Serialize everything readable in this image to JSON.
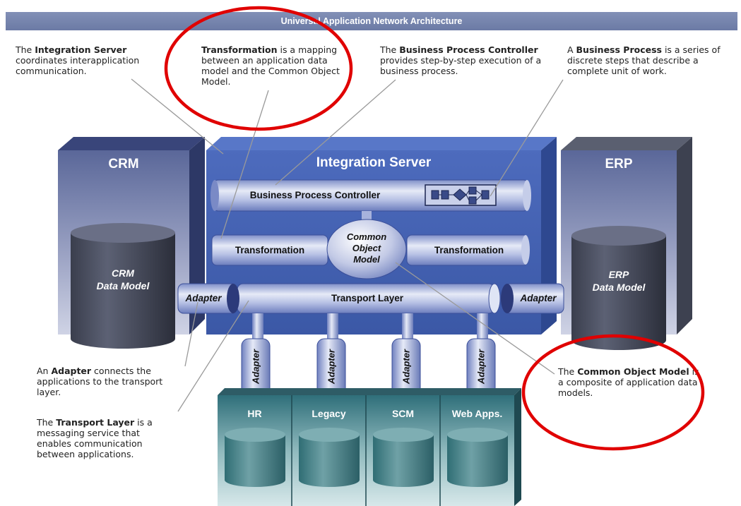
{
  "header": {
    "title": "Universal Application Network Architecture"
  },
  "captions": {
    "integration_server": {
      "term": "Integration Server",
      "pre": "The ",
      "post": " coordinates interapplication communication."
    },
    "transformation": {
      "term": "Transformation",
      "pre": "",
      "post": " is a mapping between an application data model and the Common Object Model."
    },
    "bpc": {
      "term": "Business Process Controller",
      "pre": "The ",
      "post": " provides step-by-step execution of a business process."
    },
    "business_process": {
      "term": "Business Process",
      "pre": "A ",
      "post": " is a series of discrete steps that describe a complete unit of work."
    },
    "adapter": {
      "term": "Adapter",
      "pre": "An ",
      "post": " connects the applications to the transport layer."
    },
    "transport": {
      "term": "Transport Layer",
      "pre": "The ",
      "post": " is a messaging service that enables communication between applications."
    },
    "com": {
      "term": "Common Object Model",
      "pre": "The ",
      "post": " is a composite of application data models."
    }
  },
  "diagram": {
    "crm": {
      "title": "CRM",
      "db_line1": "CRM",
      "db_line2": "Data Model"
    },
    "erp": {
      "title": "ERP",
      "db_line1": "ERP",
      "db_line2": "Data Model"
    },
    "integration_server": {
      "title": "Integration Server"
    },
    "bpc_label": "Business Process Controller",
    "transformation_left": "Transformation",
    "transformation_right": "Transformation",
    "com_line1": "Common",
    "com_line2": "Object",
    "com_line3": "Model",
    "transport_label": "Transport Layer",
    "adapter_left": "Adapter",
    "adapter_right": "Adapter",
    "vertical_adapters": [
      "Adapter",
      "Adapter",
      "Adapter",
      "Adapter"
    ],
    "apps": [
      "HR",
      "Legacy",
      "SCM",
      "Web Apps."
    ]
  },
  "colors": {
    "header_band": "#6f7fa8",
    "server_blue": "#4a67b8",
    "crm_erp_box": "#5c6a9c",
    "app_box": "#3e7c85",
    "annotation_ring": "#e00000"
  }
}
